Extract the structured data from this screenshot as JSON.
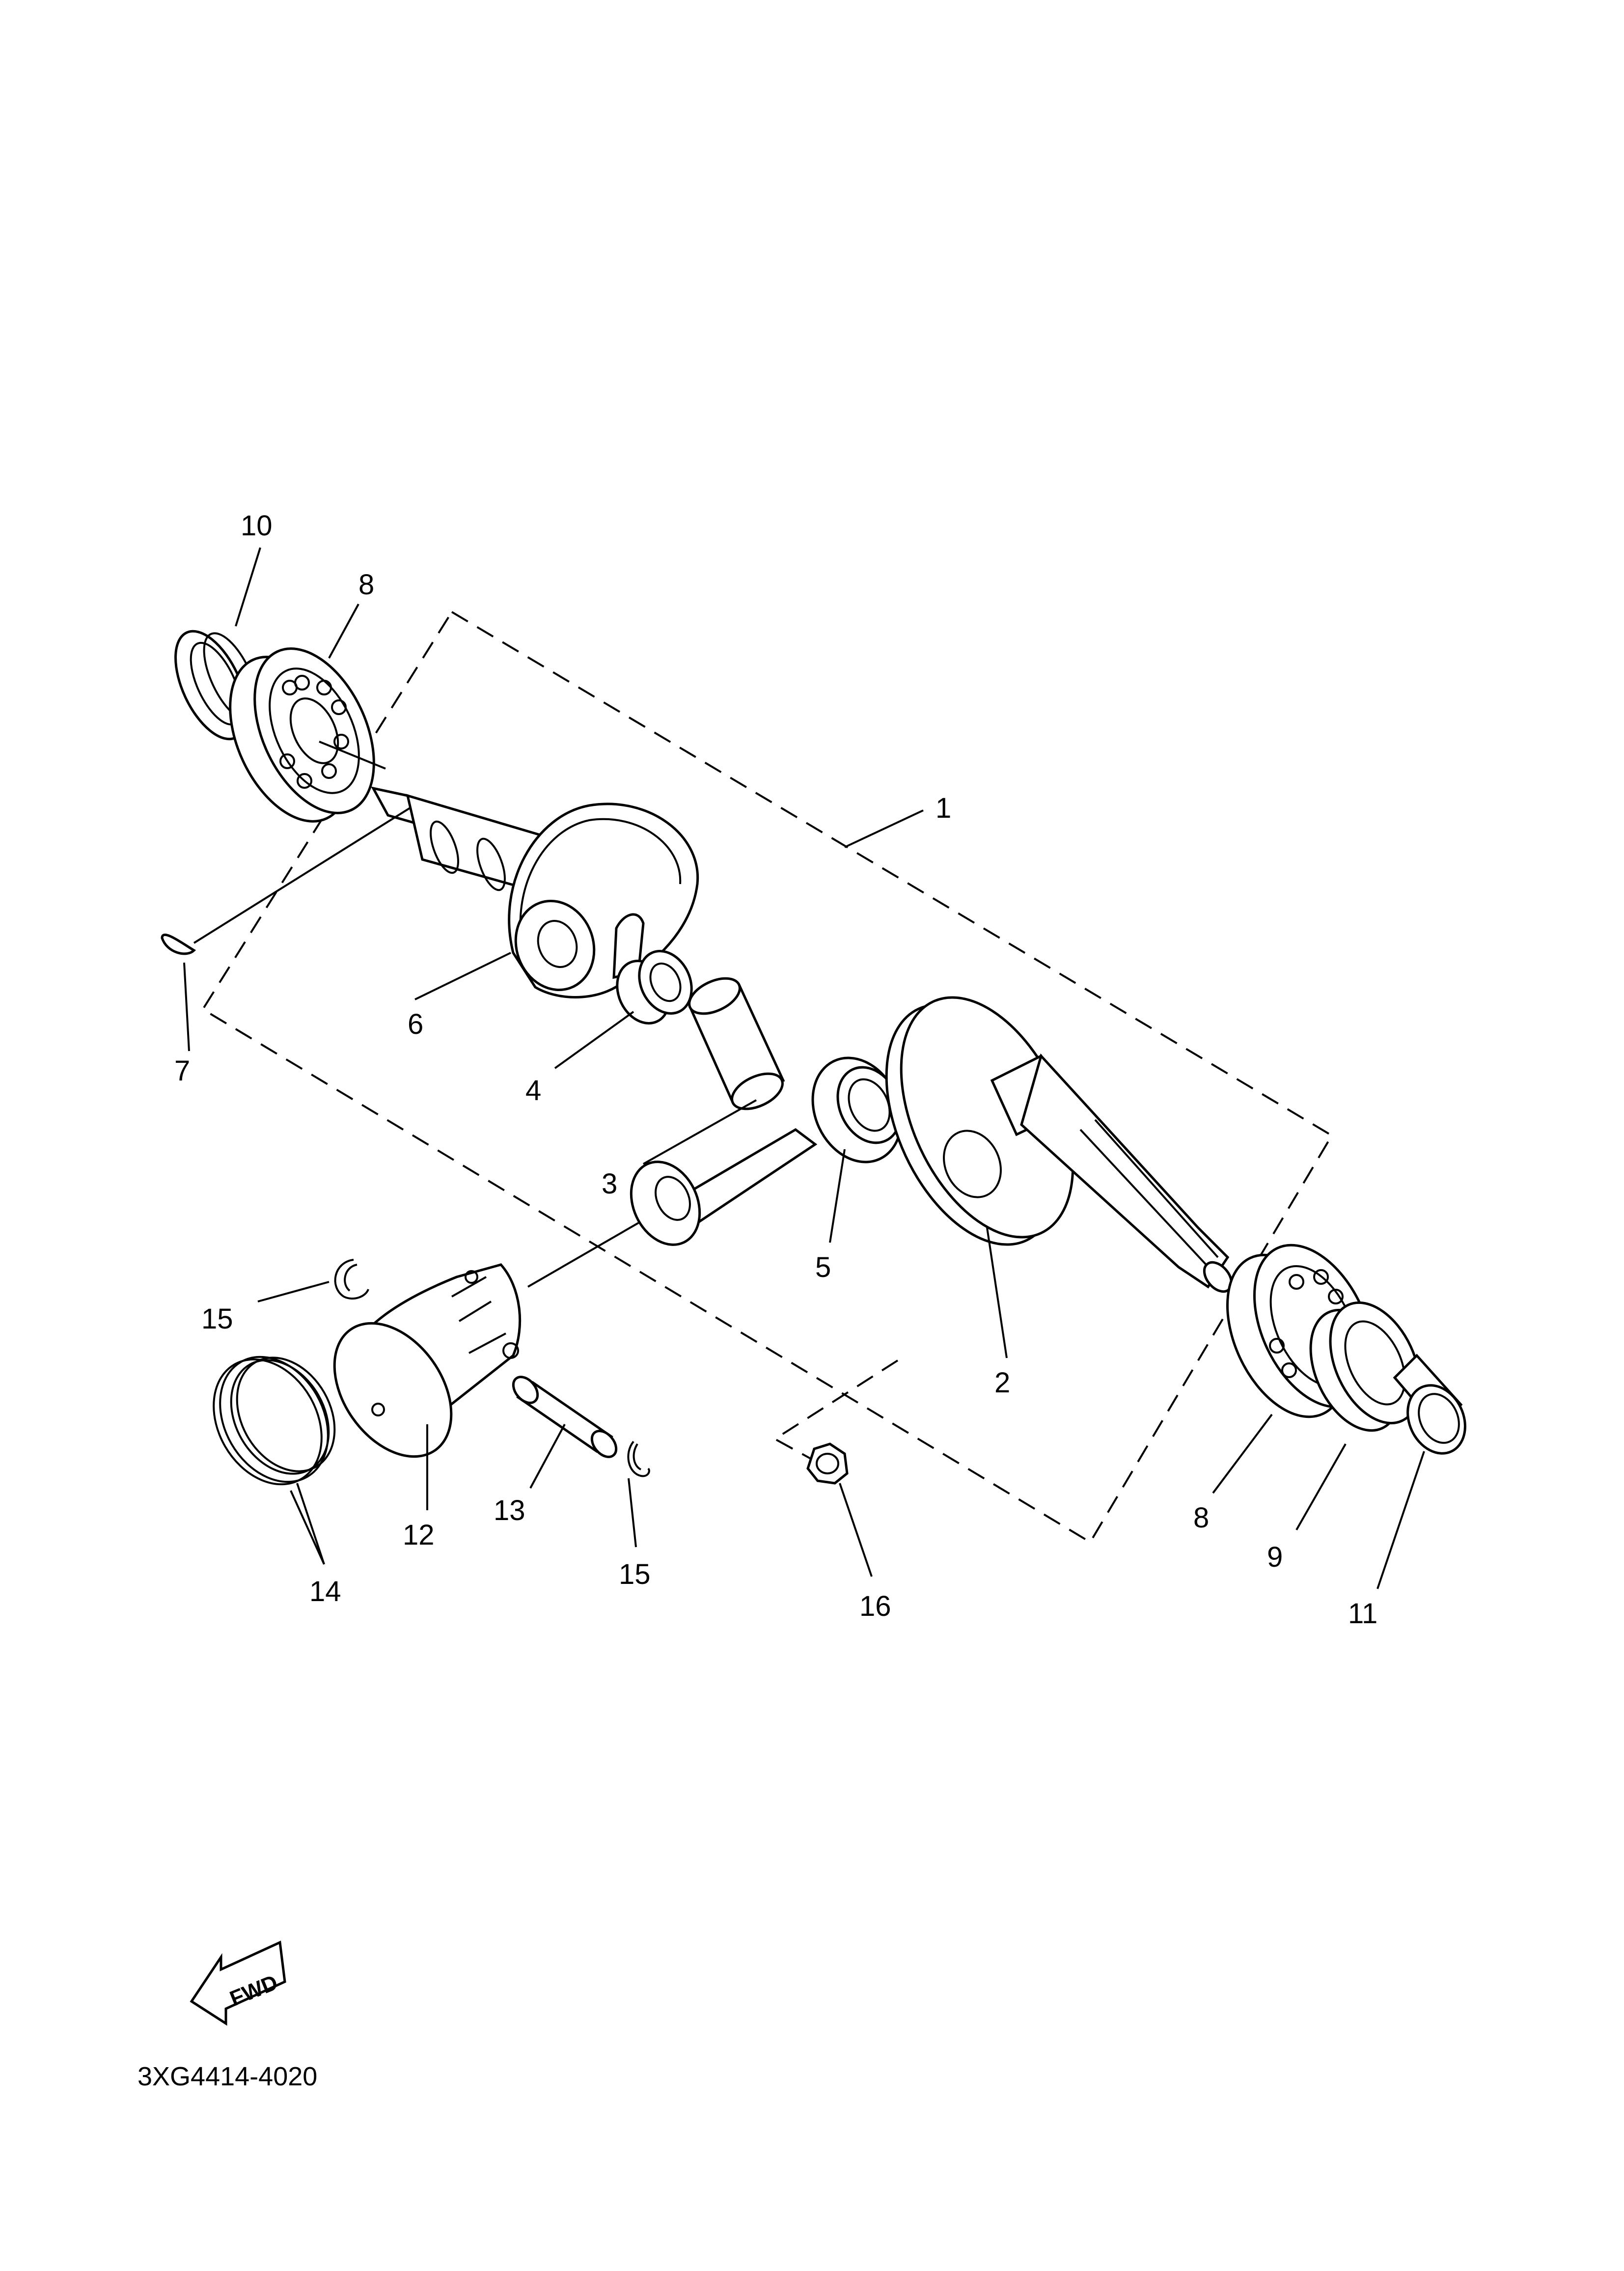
{
  "diagram": {
    "part_labels": {
      "p1": "1",
      "p2": "2",
      "p3": "3",
      "p4": "4",
      "p5": "5",
      "p6": "6",
      "p7": "7",
      "p8a": "8",
      "p8b": "8",
      "p9": "9",
      "p10": "10",
      "p11": "11",
      "p12": "12",
      "p13": "13",
      "p14": "14",
      "p15a": "15",
      "p15b": "15",
      "p16": "16"
    },
    "fwd_text": "FWD",
    "figure_code": "3XG4414-4020"
  }
}
